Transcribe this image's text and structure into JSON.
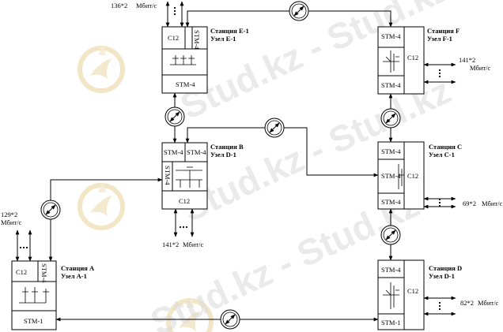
{
  "watermark": "Stud.kz - Stud.kz",
  "stations": {
    "e": {
      "station": "Станция E-1",
      "node": "Узел E-1",
      "c12": "C12",
      "stm_side": "STM-4",
      "stm_bottom": "STM-4",
      "rate": "136*2",
      "unit": "Мбит/с"
    },
    "f": {
      "station": "Станция F",
      "node": "Узел F-1",
      "c12": "C12",
      "stm_top": "STM-4",
      "stm_bottom": "STM-4",
      "rate": "141*2",
      "unit": "Мбит/с"
    },
    "b": {
      "station": "Станция B",
      "node": "Узел D-1",
      "c12": "C12",
      "stm_top_left": "STM-4",
      "stm_top_right": "STM-4",
      "stm_side": "STM-4",
      "rate": "141*2",
      "unit": "Мбит/с"
    },
    "c": {
      "station": "Станция C",
      "node": "Узел C-1",
      "c12": "C12",
      "stm_top": "STM-4",
      "stm_mid": "STM-4",
      "stm_bottom": "STM-4",
      "rate": "69*2",
      "unit": "Мбит/с"
    },
    "a": {
      "station": "Станция A",
      "node": "Узел A-1",
      "c12": "C12",
      "stm_side": "STM-4",
      "stm_bottom": "STM-1",
      "rate": "129*2",
      "unit": "Мбит/с"
    },
    "d": {
      "station": "Станция D",
      "node": "Узел D-1",
      "c12": "C12",
      "stm_top": "STM-4",
      "stm_bottom": "STM-1",
      "rate": "82*2",
      "unit": "Мбит/с"
    }
  },
  "ellipsis": "•••"
}
